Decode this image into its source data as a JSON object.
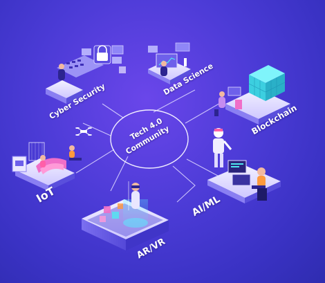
{
  "center": {
    "line1": "Tech 4.0",
    "line2": "Community"
  },
  "nodes": {
    "cyber_security": "Cyber Security",
    "data_science": "Data Science",
    "blockchain": "Blockchain",
    "iot": "IoT",
    "ai_ml": "AI/ML",
    "ar_vr": "AR/VR"
  },
  "colors": {
    "background": "#4b3bd6",
    "lines": "#d9d2ff",
    "accent_cyan": "#4fe8f0",
    "accent_pink": "#f06fc8",
    "accent_orange": "#ff9a3c",
    "platform": "#e9e6ff"
  }
}
